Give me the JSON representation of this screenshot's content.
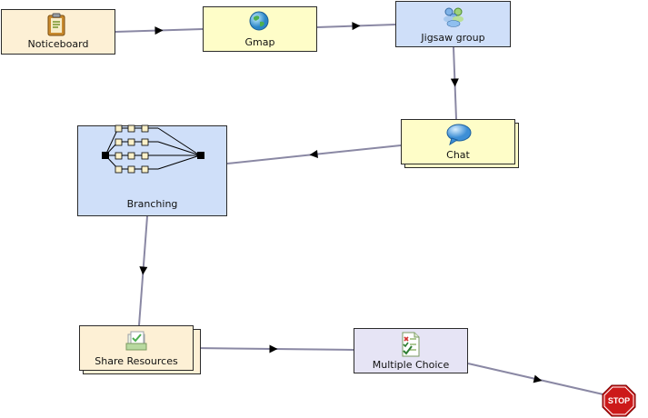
{
  "colors": {
    "notice": "#fdf0d5",
    "gmap": "#fefdc8",
    "jigsaw": "#cfdff9",
    "chat": "#fefdc8",
    "branching": "#cfdff9",
    "share": "#fdf0d5",
    "mcq": "#e6e4f5",
    "arrow": "#8a88a4",
    "stop": "#cc1a1a"
  },
  "nodes": {
    "noticeboard": {
      "label": "Noticeboard",
      "icon": "noticeboard-icon"
    },
    "gmap": {
      "label": "Gmap",
      "icon": "globe-icon"
    },
    "jigsaw": {
      "label": "Jigsaw group",
      "icon": "group-icon"
    },
    "chat": {
      "label": "Chat",
      "icon": "chat-bubble-icon"
    },
    "branching": {
      "label": "Branching",
      "icon": "branching-icon"
    },
    "share": {
      "label": "Share Resources",
      "icon": "share-resources-icon"
    },
    "mcq": {
      "label": "Multiple Choice",
      "icon": "checklist-icon"
    },
    "stop": {
      "label": "STOP",
      "icon": "stop-sign-icon"
    }
  }
}
